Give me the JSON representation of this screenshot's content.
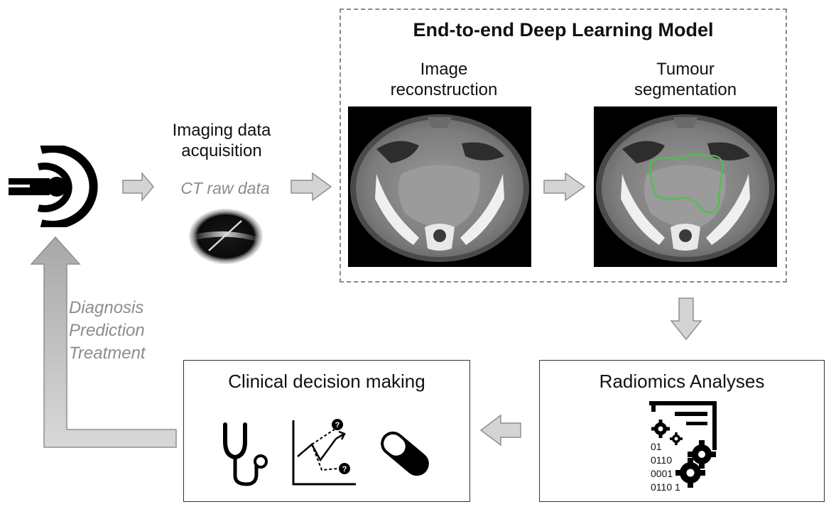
{
  "deep_learning_model": {
    "title": "End-to-end Deep Learning Model",
    "image_reconstruction_label_line1": "Image",
    "image_reconstruction_label_line2": "reconstruction",
    "tumour_segmentation_label_line1": "Tumour",
    "tumour_segmentation_label_line2": "segmentation"
  },
  "acquisition": {
    "label_line1": "Imaging data",
    "label_line2": "acquisition",
    "raw_data_label": "CT raw data"
  },
  "feedback": {
    "line1": "Diagnosis",
    "line2": "Prediction",
    "line3": "Treatment"
  },
  "clinical": {
    "title": "Clinical decision making"
  },
  "radiomics": {
    "title": "Radiomics Analyses",
    "binary_lines": [
      "01",
      "0110",
      "0001",
      "0110 1"
    ]
  },
  "icons": [
    "ct-scanner-icon",
    "sinogram-icon",
    "stethoscope-icon",
    "prediction-chart-icon",
    "pill-icon",
    "document-gears-icon"
  ],
  "colors": {
    "arrow_fill": "#d4d4d4",
    "arrow_stroke": "#8f8f8f",
    "segmentation_contour": "#4cc24c",
    "italic_text": "#8c8c8c"
  }
}
